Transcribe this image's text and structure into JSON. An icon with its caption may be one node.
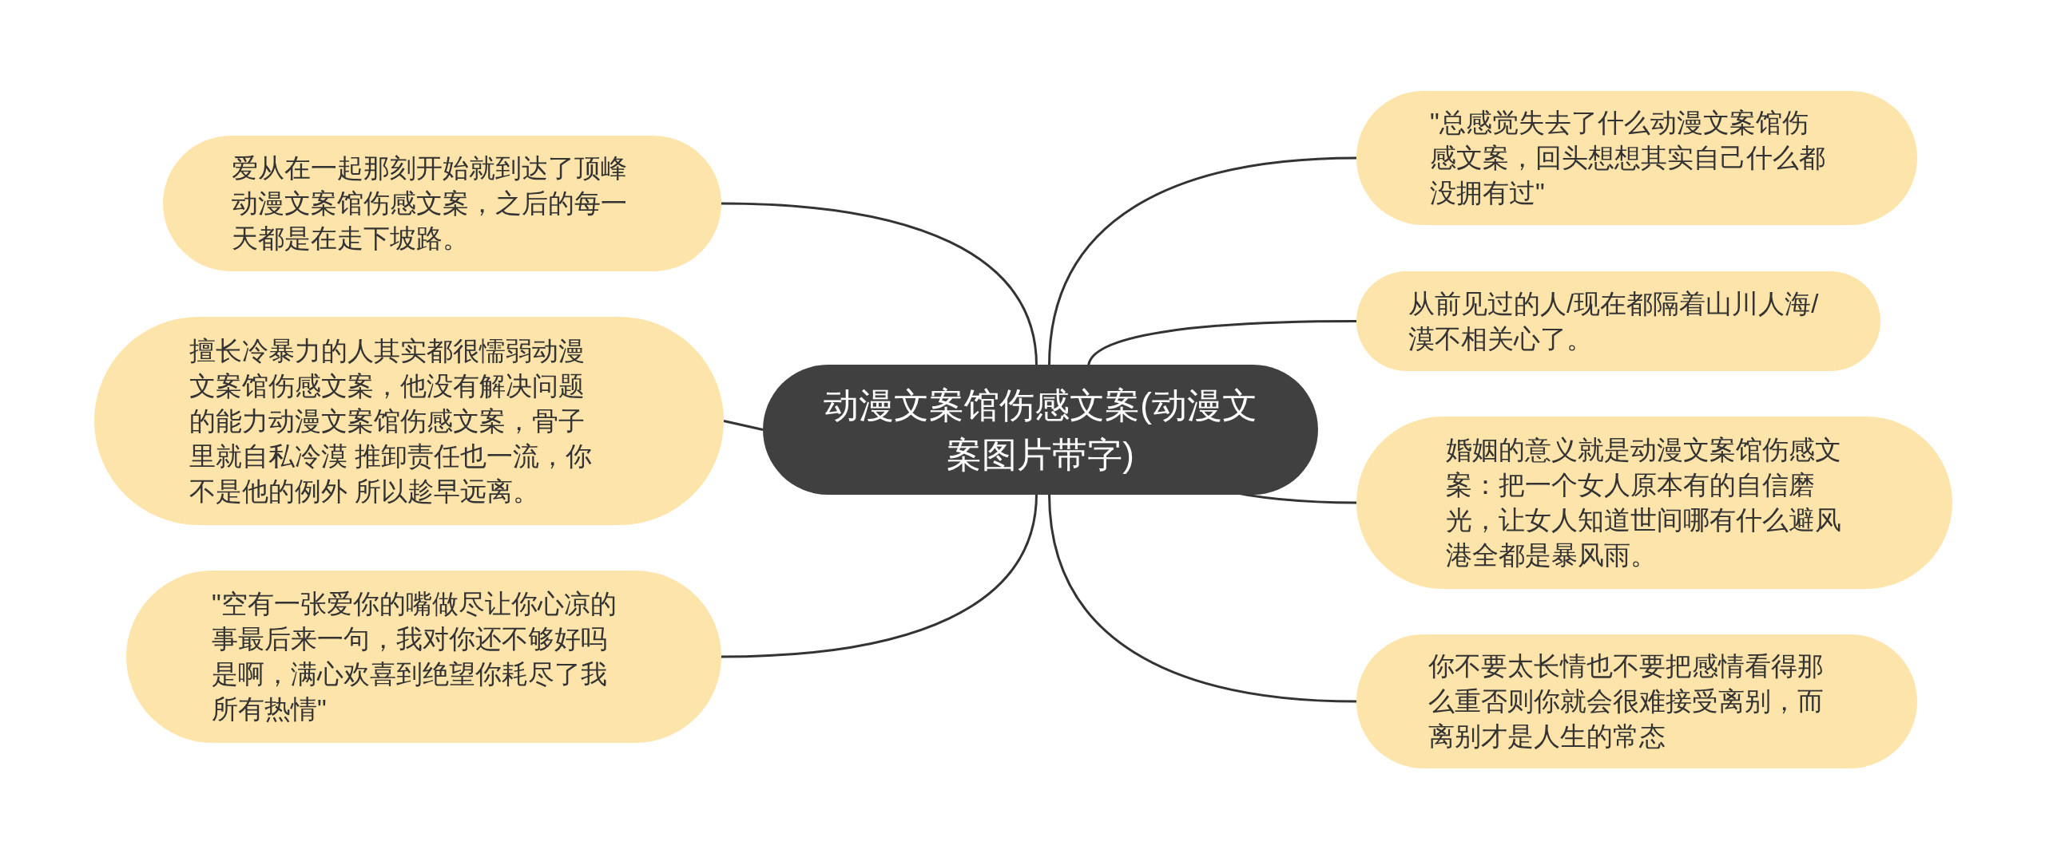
{
  "diagram": {
    "nodes": [
      {
        "text": [
          "动漫文案馆伤感文案(动漫文案图片带字)"
        ]
      },
      {
        "text": [
          "爱从在一起那刻开始就到达了顶峰动漫文案馆伤感文案，之后的每一天都是在走下坡路。"
        ]
      },
      {
        "text": [
          "擅长冷暴力的人其实都很懦弱动漫文案馆伤感文案，他没有解决问题的能力动漫文案馆伤感文案，骨子里就自私冷漠 推卸责任也一流，你不是他的例外 所以趁早远离。"
        ]
      },
      {
        "text": [
          "\"空有一张爱你的嘴做尽让你心凉的事最后来一句，我对你还不够好吗是啊，满心欢喜到绝望你耗尽了我所有热情\""
        ]
      },
      {
        "text": [
          "\"总感觉失去了什么动漫文案馆伤感文案，回头想想其实自己什么都没拥有过\""
        ]
      },
      {
        "text": [
          "从前见过的人/现在都隔着山川人海/漠不相关心了。"
        ]
      },
      {
        "text": [
          "婚姻的意义就是动漫文案馆伤感文案：把一个女人原本有的自信磨光，让女人知道世间哪有什么避风港全都是暴风雨。"
        ]
      },
      {
        "text": [
          "你不要太长情也不要把感情看得那么重否则你就会很难接受离别，而离别才是人生的常态"
        ]
      }
    ],
    "edges": [
      {
        "from": 0,
        "to": 1,
        "arrow": "none"
      },
      {
        "from": 0,
        "to": 2,
        "arrow": "none"
      },
      {
        "from": 0,
        "to": 3,
        "arrow": "none"
      },
      {
        "from": 0,
        "to": 4,
        "arrow": "none"
      },
      {
        "from": 0,
        "to": 5,
        "arrow": "none"
      },
      {
        "from": 0,
        "to": 6,
        "arrow": "none"
      },
      {
        "from": 0,
        "to": 7,
        "arrow": "none"
      }
    ]
  }
}
